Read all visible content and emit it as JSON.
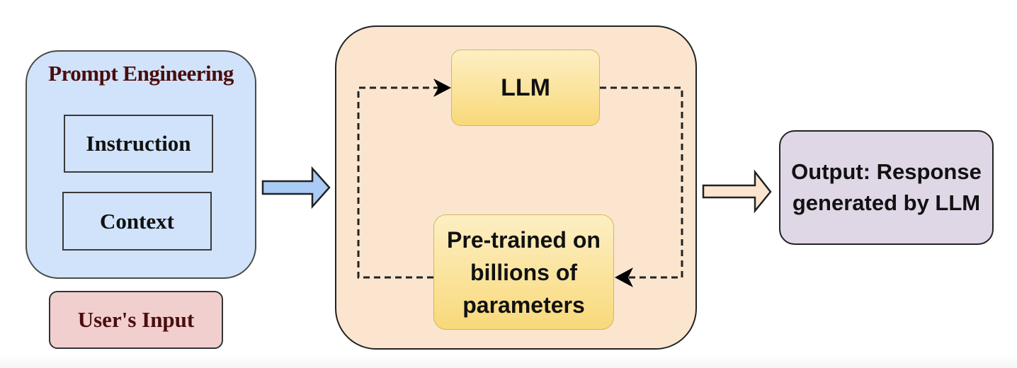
{
  "diagram": {
    "prompt_engineering": {
      "title": "Prompt Engineering",
      "items": [
        "Instruction",
        "Context"
      ]
    },
    "user_input": "User's Input",
    "llm_block": {
      "llm": "LLM",
      "pretrained": [
        "Pre-trained on",
        "billions of",
        "parameters"
      ]
    },
    "output": [
      "Output: Response",
      "generated by LLM"
    ],
    "colors": {
      "prompt_fill": "#d1e3fa",
      "user_input_fill": "#f2cfcf",
      "llm_group_fill": "#fbe5cf",
      "llm_box_fill": "#f8d97a",
      "output_fill": "#e0d7e6",
      "input_arrow_fill": "#a9cbf5",
      "output_arrow_fill": "#fbe5cf",
      "title_text": "#4a0d0d"
    }
  }
}
